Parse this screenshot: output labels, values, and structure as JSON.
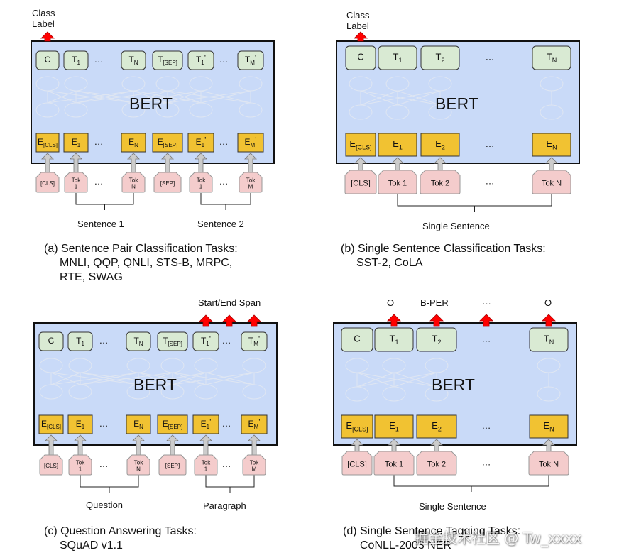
{
  "colors": {
    "bert_fill": "#c9daf8",
    "output_token_fill": "#d9ead3",
    "embedding_fill": "#f1c232",
    "input_token_fill": "#f4cccc",
    "arrow_red": "#ff0000",
    "arrow_gray": "#cccccc"
  },
  "panels": [
    {
      "id": "a",
      "model_label": "BERT",
      "top_label_lines": [
        "Class",
        "Label"
      ],
      "outputs": [
        [
          "C"
        ],
        [
          "T",
          "1"
        ],
        [
          "…"
        ],
        [
          "T",
          "N"
        ],
        [
          "T",
          "[SEP]"
        ],
        [
          "T",
          "1",
          "'"
        ],
        [
          "…"
        ],
        [
          "T",
          "M",
          "'"
        ]
      ],
      "embeddings": [
        [
          "E",
          "[CLS]"
        ],
        [
          "E",
          "1"
        ],
        [
          "…"
        ],
        [
          "E",
          "N"
        ],
        [
          "E",
          "[SEP]"
        ],
        [
          "E",
          "1",
          "'"
        ],
        [
          "…"
        ],
        [
          "E",
          "M",
          "'"
        ]
      ],
      "inputs": [
        [
          "[CLS]"
        ],
        [
          "Tok",
          "1"
        ],
        [
          "…"
        ],
        [
          "Tok",
          "N"
        ],
        [
          "[SEP]"
        ],
        [
          "Tok",
          "1"
        ],
        [
          "…"
        ],
        [
          "Tok",
          "M"
        ]
      ],
      "groups": [
        "Sentence 1",
        "Sentence 2"
      ],
      "caption_lines": [
        "(a) Sentence Pair Classification Tasks:",
        "MNLI, QQP, QNLI, STS-B, MRPC,",
        "RTE, SWAG"
      ]
    },
    {
      "id": "b",
      "model_label": "BERT",
      "top_label_lines": [
        "Class",
        "Label"
      ],
      "outputs": [
        [
          "C"
        ],
        [
          "T",
          "1"
        ],
        [
          "T",
          "2"
        ],
        [
          "…"
        ],
        [
          "T",
          "N"
        ]
      ],
      "embeddings": [
        [
          "E",
          "[CLS]"
        ],
        [
          "E",
          "1"
        ],
        [
          "E",
          "2"
        ],
        [
          "…"
        ],
        [
          "E",
          "N"
        ]
      ],
      "inputs": [
        [
          "[CLS]"
        ],
        [
          "Tok 1"
        ],
        [
          "Tok 2"
        ],
        [
          "…"
        ],
        [
          "Tok N"
        ]
      ],
      "groups": [
        "Single Sentence"
      ],
      "caption_lines": [
        "(b) Single Sentence Classification Tasks:",
        "SST-2, CoLA"
      ]
    },
    {
      "id": "c",
      "model_label": "BERT",
      "top_label_lines": [
        "Start/End Span"
      ],
      "outputs": [
        [
          "C"
        ],
        [
          "T",
          "1"
        ],
        [
          "…"
        ],
        [
          "T",
          "N"
        ],
        [
          "T",
          "[SEP]"
        ],
        [
          "T",
          "1",
          "'"
        ],
        [
          "…"
        ],
        [
          "T",
          "M",
          "'"
        ]
      ],
      "embeddings": [
        [
          "E",
          "[CLS]"
        ],
        [
          "E",
          "1"
        ],
        [
          "…"
        ],
        [
          "E",
          "N"
        ],
        [
          "E",
          "[SEP]"
        ],
        [
          "E",
          "1",
          "'"
        ],
        [
          "…"
        ],
        [
          "E",
          "M",
          "'"
        ]
      ],
      "inputs": [
        [
          "[CLS]"
        ],
        [
          "Tok",
          "1"
        ],
        [
          "…"
        ],
        [
          "Tok",
          "N"
        ],
        [
          "[SEP]"
        ],
        [
          "Tok",
          "1"
        ],
        [
          "…"
        ],
        [
          "Tok",
          "M"
        ]
      ],
      "groups": [
        "Question",
        "Paragraph"
      ],
      "caption_lines": [
        "(c) Question Answering Tasks:",
        "SQuAD v1.1"
      ]
    },
    {
      "id": "d",
      "model_label": "BERT",
      "top_labels": [
        "O",
        "B-PER",
        "…",
        "O"
      ],
      "outputs": [
        [
          "C"
        ],
        [
          "T",
          "1"
        ],
        [
          "T",
          "2"
        ],
        [
          "…"
        ],
        [
          "T",
          "N"
        ]
      ],
      "embeddings": [
        [
          "E",
          "[CLS]"
        ],
        [
          "E",
          "1"
        ],
        [
          "E",
          "2"
        ],
        [
          "…"
        ],
        [
          "E",
          "N"
        ]
      ],
      "inputs": [
        [
          "[CLS]"
        ],
        [
          "Tok 1"
        ],
        [
          "Tok 2"
        ],
        [
          "…"
        ],
        [
          "Tok N"
        ]
      ],
      "groups": [
        "Single Sentence"
      ],
      "caption_lines": [
        "(d) Single Sentence Tagging Tasks:",
        "CoNLL-2003 NER"
      ]
    }
  ],
  "watermark": "掘金技术社区 @ Tw_xxxx"
}
